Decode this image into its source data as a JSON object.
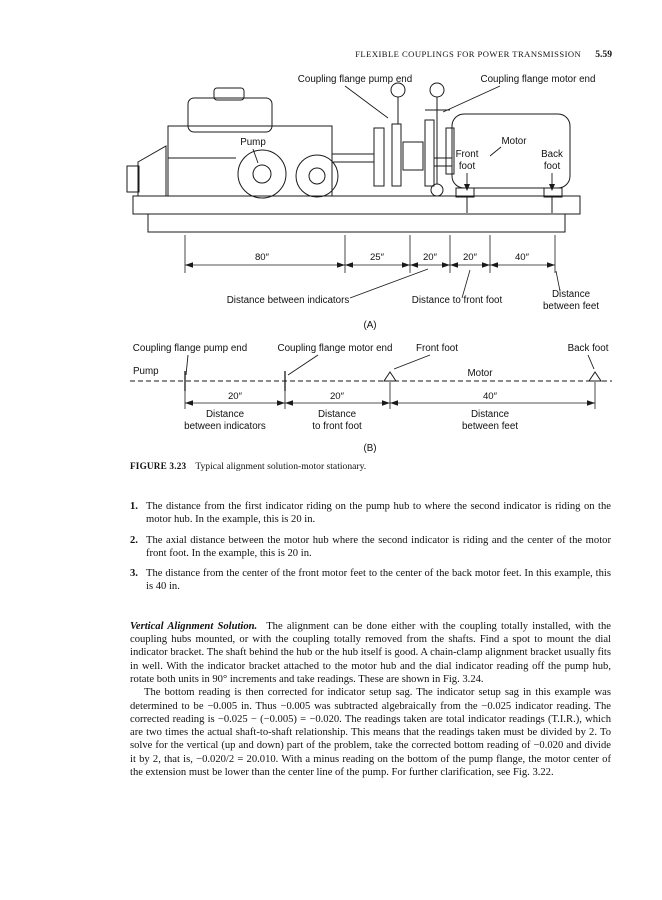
{
  "header": {
    "running_title": "FLEXIBLE COUPLINGS FOR POWER TRANSMISSION",
    "page_number": "5.59"
  },
  "figure": {
    "caption_label": "FIGURE 3.23",
    "caption_text": "Typical alignment solution-motor stationary.",
    "panel_a": {
      "tag": "(A)",
      "labels": {
        "coupling_flange_pump_end": "Coupling flange pump end",
        "coupling_flange_motor_end": "Coupling flange motor end",
        "pump": "Pump",
        "motor": "Motor",
        "front_foot_line1": "Front",
        "front_foot_line2": "foot",
        "back_foot_line1": "Back",
        "back_foot_line2": "foot",
        "dim_80": "80″",
        "dim_25": "25″",
        "dim_20a": "20″",
        "dim_20b": "20″",
        "dim_40": "40″",
        "distance_between_indicators": "Distance between indicators",
        "distance_to_front_foot": "Distance to front foot",
        "distance_between_feet_line1": "Distance",
        "distance_between_feet_line2": "between feet"
      }
    },
    "panel_b": {
      "tag": "(B)",
      "labels": {
        "coupling_flange_pump_end": "Coupling flange pump end",
        "coupling_flange_motor_end": "Coupling flange motor end",
        "front_foot": "Front foot",
        "back_foot": "Back foot",
        "pump": "Pump",
        "motor": "Motor",
        "dim_20a": "20″",
        "dim_20b": "20″",
        "dim_40": "40″",
        "dist1_line1": "Distance",
        "dist1_line2": "between indicators",
        "dist2_line1": "Distance",
        "dist2_line2": "to front foot",
        "dist3_line1": "Distance",
        "dist3_line2": "between feet"
      }
    }
  },
  "steps": [
    {
      "num": "1.",
      "text": "The distance from the first indicator riding on the pump hub to where the second indicator is riding on the motor hub. In the example, this is 20 in."
    },
    {
      "num": "2.",
      "text": "The axial distance between the motor hub where the second indicator is riding and the center of the motor front foot. In the example, this is 20 in."
    },
    {
      "num": "3.",
      "text": "The distance from the center of the front motor feet to the center of the back motor feet. In this example, this is 40 in."
    }
  ],
  "section": {
    "heading": "Vertical Alignment Solution.",
    "para1": "The alignment can be done either with the coupling totally installed, with the coupling hubs mounted, or with the coupling totally removed from the shafts. Find a spot to mount the dial indicator bracket. The shaft behind the hub or the hub itself is good. A chain-clamp alignment bracket usually fits in well. With the indicator bracket attached to the motor hub and the dial indicator reading off the pump hub, rotate both units in 90° increments and take readings. These are shown in Fig. 3.24.",
    "para2": "The bottom reading is then corrected for indicator setup sag. The indicator setup sag in this example was determined to be −0.005 in. Thus −0.005 was subtracted algebraically from the −0.025 indicator reading. The corrected reading is −0.025 − (−0.005) = −0.020. The readings taken are total indicator readings (T.I.R.), which are two times the actual shaft-to-shaft relationship. This means that the readings taken must be divided by 2. To solve for the vertical (up and down) part of the problem, take the corrected bottom reading of −0.020 and divide it by 2, that is, −0.020/2 = 20.010. With a minus reading on the bottom of the pump flange, the motor center of the extension must be lower than the center line of the pump. For further clarification, see Fig. 3.22."
  }
}
